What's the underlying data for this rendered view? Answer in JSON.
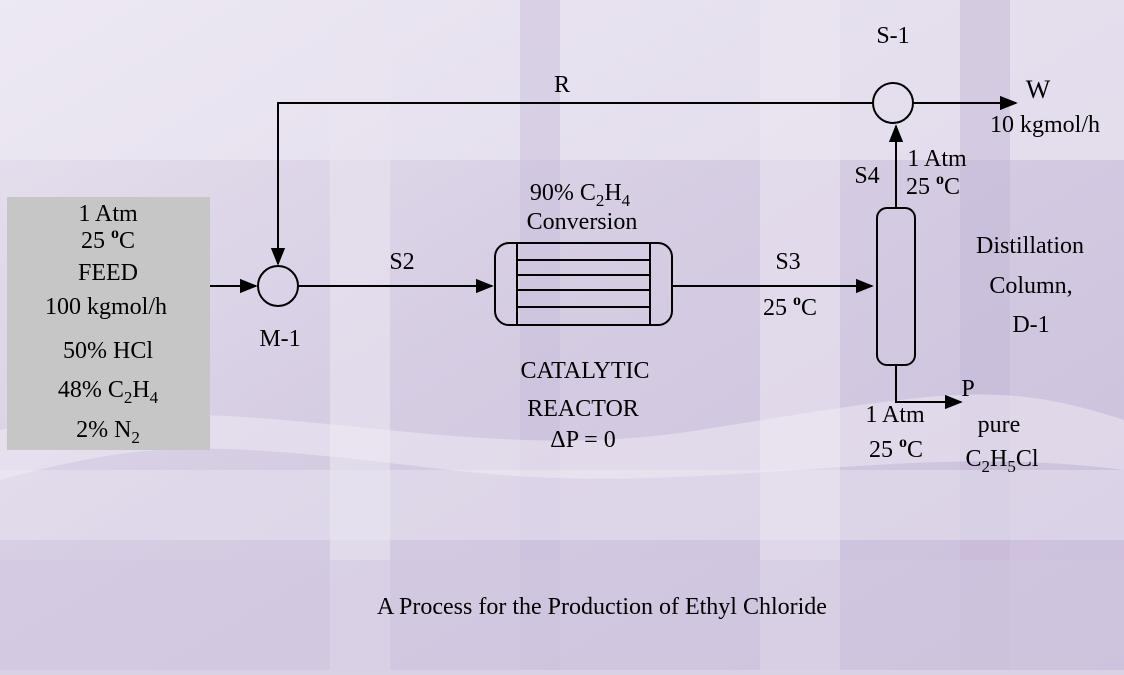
{
  "title": "A Process for the Production of Ethyl Chloride",
  "feed": {
    "pressure": "1 Atm",
    "temp_value": "25 ",
    "temp_deg": "o",
    "temp_unit": "C",
    "label": "FEED",
    "flow": "100 kgmol/h",
    "hcl": "50% HCl",
    "c2h4": {
      "pct": "48% C",
      "sub1": "2",
      "mid": "H",
      "sub2": "4"
    },
    "n2": {
      "pct": "2% N",
      "sub": "2"
    }
  },
  "mixer": {
    "label": "M-1"
  },
  "streams": {
    "recycle": "R",
    "s2": "S2",
    "s3": "S3",
    "s4": "S4",
    "waste": "W",
    "product": "P"
  },
  "waste_flow": "10 kgmol/h",
  "splitter": {
    "label": "S-1"
  },
  "reactor": {
    "conversion": {
      "pct": "90% C",
      "sub1": "2",
      "mid": "H",
      "sub2": "4"
    },
    "conversion_word": "Conversion",
    "line1": "CATALYTIC",
    "line2": "REACTOR",
    "dp": "ΔP = 0"
  },
  "s3_conditions": {
    "value": "25 ",
    "deg": "o",
    "unit": "C"
  },
  "s4_conditions": {
    "pressure": "1 Atm",
    "value": "25 ",
    "deg": "o",
    "unit": "C"
  },
  "column": {
    "line1": "Distillation",
    "line2": "Column,",
    "line3": "D-1"
  },
  "bottoms_conditions": {
    "pressure": "1 Atm",
    "value": "25 ",
    "deg": "o",
    "unit": "C"
  },
  "product": {
    "line1": "pure",
    "formula": {
      "a": "C",
      "s1": "2",
      "b": "H",
      "s2": "5",
      "c": "Cl"
    }
  },
  "colors": {
    "background": "#d9d2e4",
    "feed_box": "#c6c6c6",
    "lines": "#000000"
  }
}
